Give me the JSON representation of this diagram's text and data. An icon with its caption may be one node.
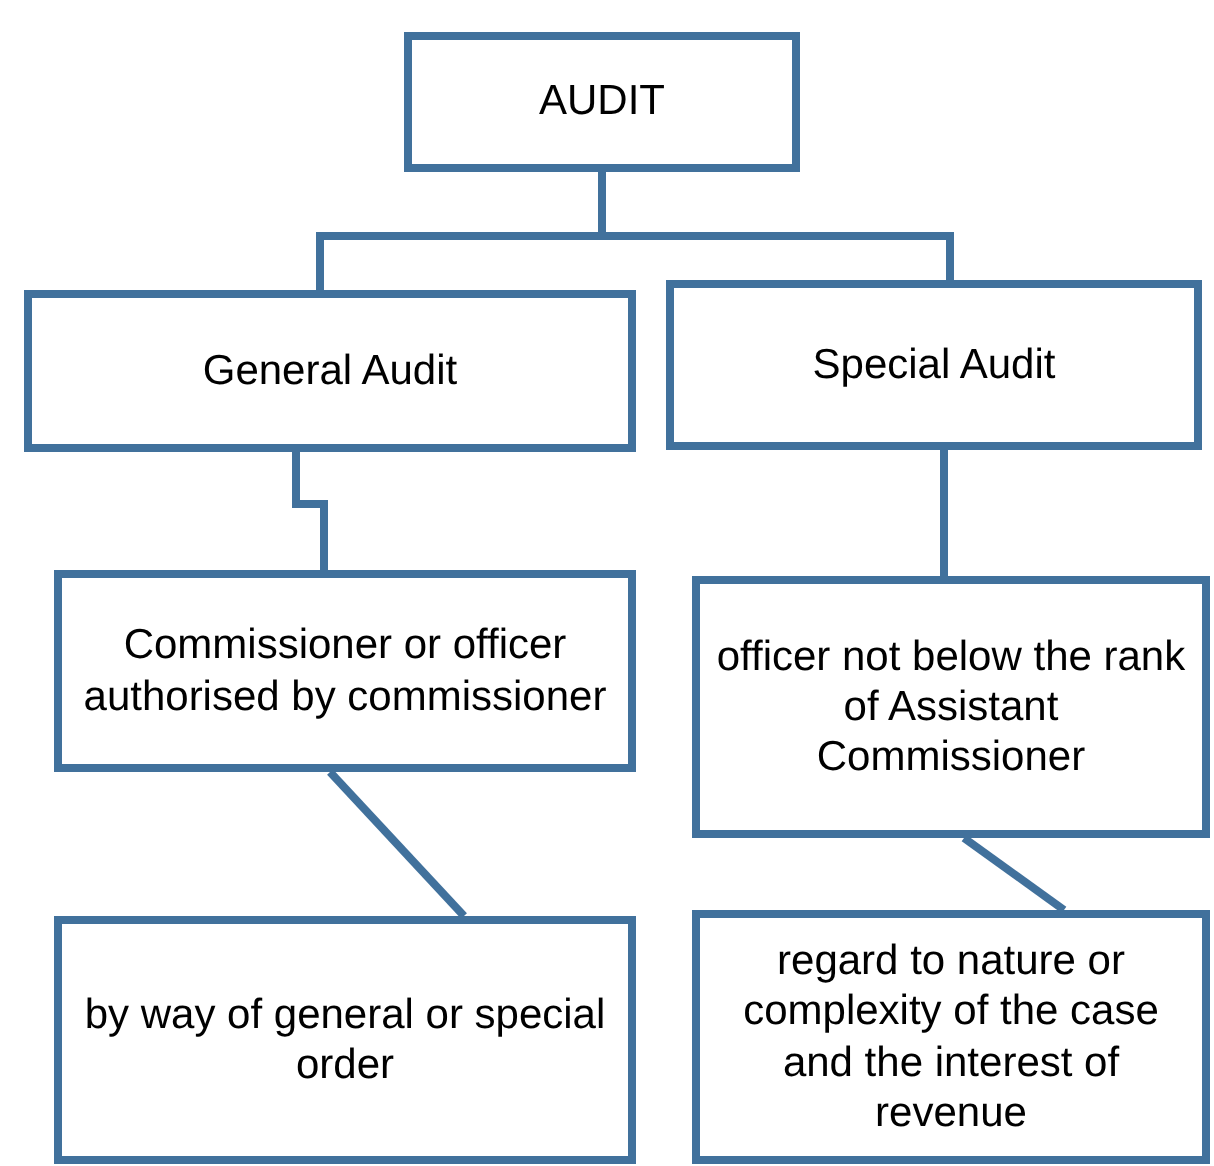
{
  "diagram": {
    "nodes": [
      {
        "text": [
          "AUDIT"
        ]
      },
      {
        "text": [
          "General Audit"
        ]
      },
      {
        "text": [
          "Special Audit"
        ]
      },
      {
        "text": [
          "Commissioner or officer authorised by commissioner"
        ]
      },
      {
        "text": [
          "officer not below the rank of Assistant Commissioner"
        ]
      },
      {
        "text": [
          "by way of general or special order"
        ]
      },
      {
        "text": [
          "regard to nature or complexity of the case and the interest of revenue"
        ]
      }
    ],
    "edges": [
      {
        "from": 0,
        "to": 1,
        "arrow": "none"
      },
      {
        "from": 0,
        "to": 2,
        "arrow": "none"
      },
      {
        "from": 1,
        "to": 3,
        "arrow": "none"
      },
      {
        "from": 2,
        "to": 4,
        "arrow": "none"
      },
      {
        "from": 3,
        "to": 5,
        "arrow": "none"
      },
      {
        "from": 4,
        "to": 6,
        "arrow": "none"
      }
    ]
  }
}
